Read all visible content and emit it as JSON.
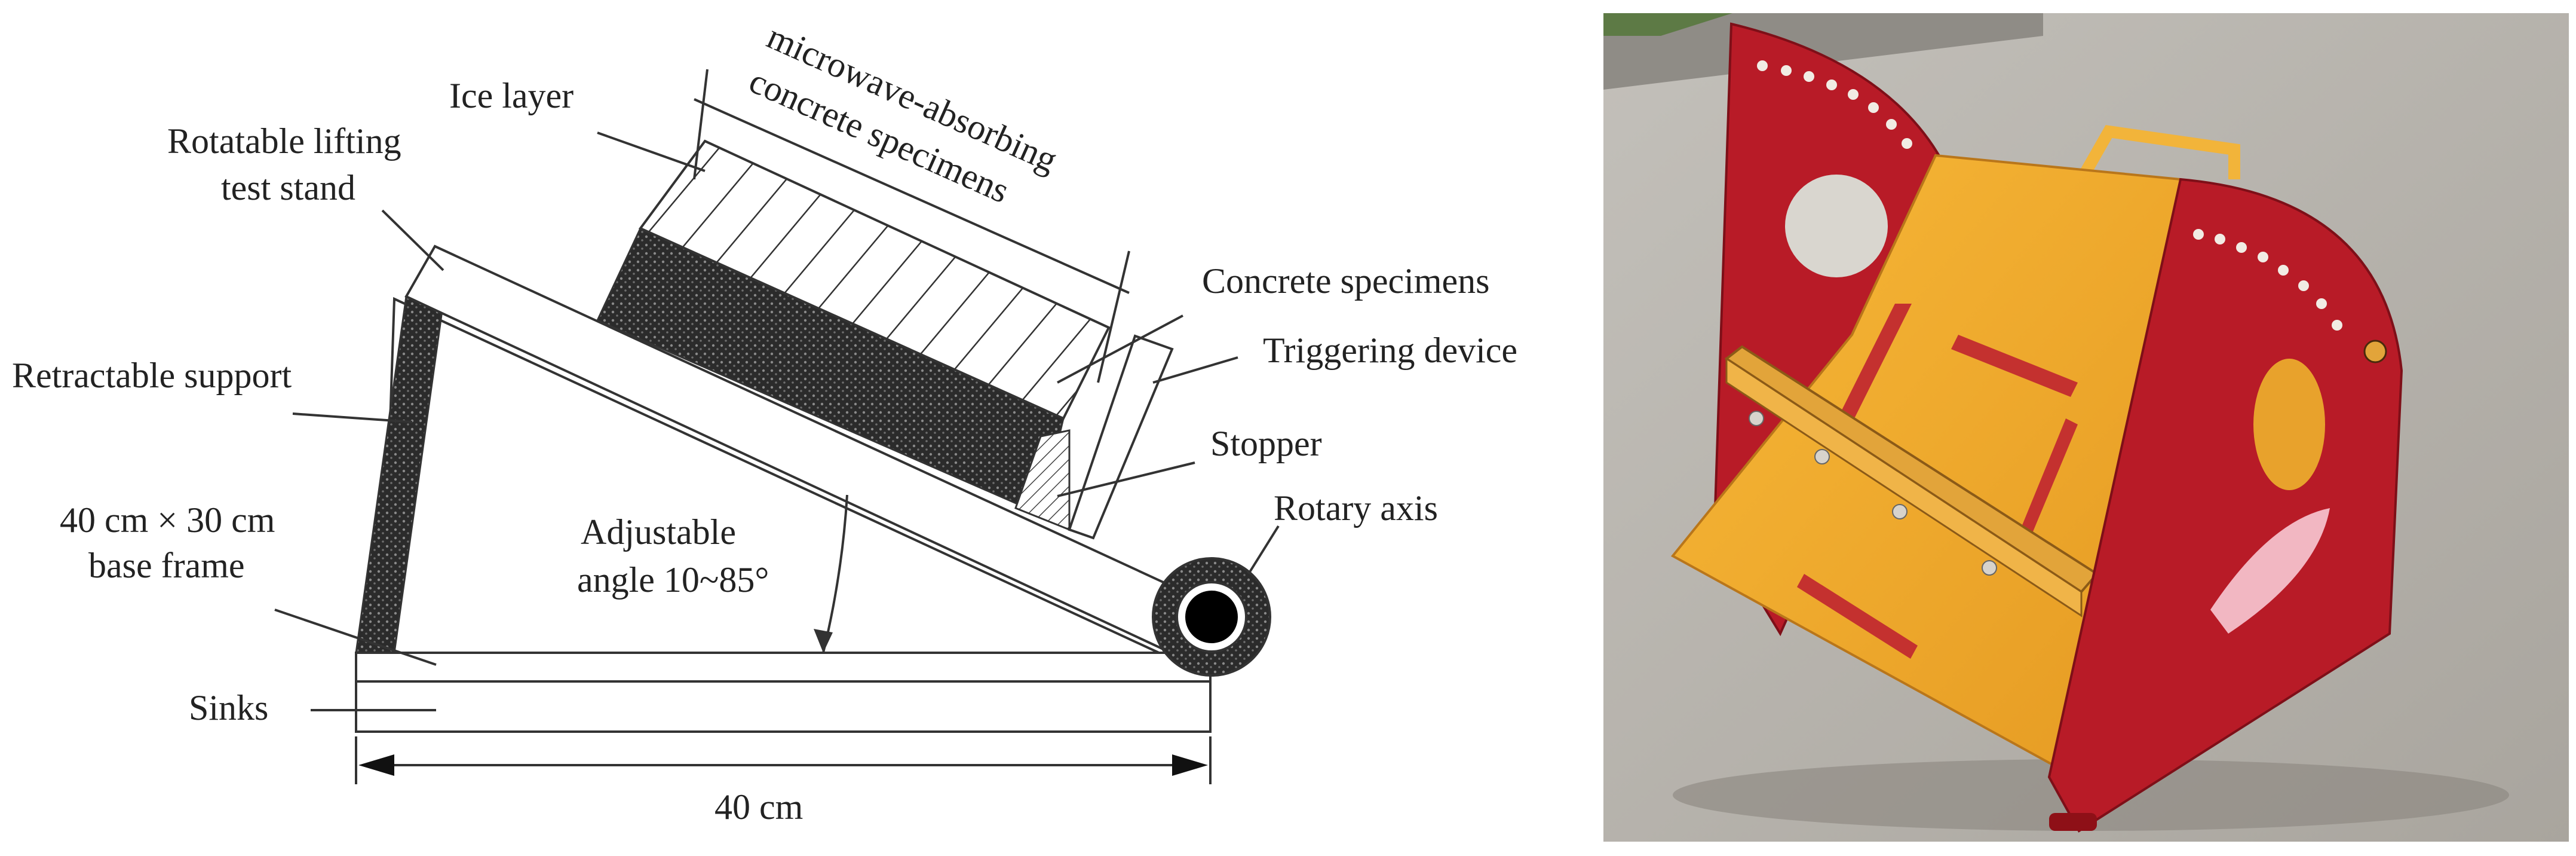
{
  "diagram": {
    "labels": {
      "ice_layer": "Ice layer",
      "rotatable_line1": "Rotatable lifting",
      "rotatable_line2": "test stand",
      "microwave_line1": "microwave-absorbing",
      "microwave_line2": "concrete specimens",
      "concrete_specimens": "Concrete specimens",
      "triggering_device": "Triggering device",
      "retractable_support": "Retractable support",
      "stopper": "Stopper",
      "rotary_axis": "Rotary axis",
      "base_frame_line1": "40 cm × 30 cm",
      "base_frame_line2": "base frame",
      "adjustable_line1": "Adjustable",
      "adjustable_line2": "angle 10~85°",
      "sinks": "Sinks",
      "width_dimension": "40 cm"
    }
  },
  "photo": {
    "description_colors": {
      "side_panels": "#b81b27",
      "platform": "#f2a72b",
      "ground": "#b9b6b0"
    }
  }
}
